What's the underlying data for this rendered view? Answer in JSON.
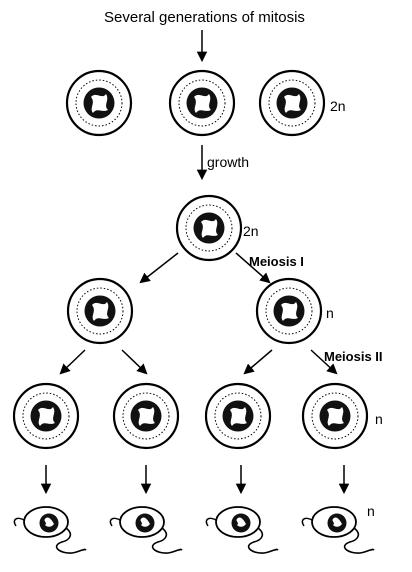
{
  "title": "Several generations of mitosis",
  "labels": {
    "ploidy_2n_row1": "2n",
    "growth": "growth",
    "ploidy_2n_row2": "2n",
    "meiosis_1": "Meiosis I",
    "ploidy_n_row3": "n",
    "meiosis_2": "Meiosis II",
    "ploidy_n_row4": "n",
    "ploidy_n_sperm": "n"
  }
}
